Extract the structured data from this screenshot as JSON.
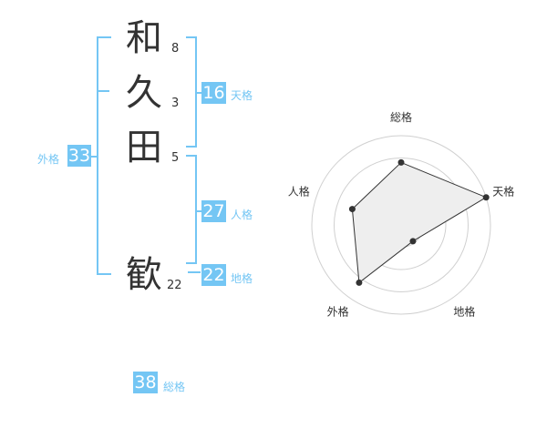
{
  "name": {
    "chars": [
      {
        "char": "和",
        "strokes": "8"
      },
      {
        "char": "久",
        "strokes": "3"
      },
      {
        "char": "田",
        "strokes": "5"
      },
      {
        "char": "歓",
        "strokes": "22"
      }
    ]
  },
  "kaku": {
    "tenkaku": {
      "value": "16",
      "label": "天格"
    },
    "jinkaku": {
      "value": "27",
      "label": "人格"
    },
    "chikaku": {
      "value": "22",
      "label": "地格"
    },
    "gaikaku": {
      "value": "33",
      "label": "外格"
    },
    "soukaku": {
      "value": "38",
      "label": "総格"
    }
  },
  "colors": {
    "accent": "#74c6f4",
    "text": "#333333",
    "grid": "#cccccc",
    "fill": "#eeeeee"
  },
  "chart_data": {
    "type": "radar",
    "axes": [
      "総格",
      "天格",
      "地格",
      "外格",
      "人格"
    ],
    "max": 4,
    "rings": 4,
    "values": [
      2.8,
      4.0,
      0.9,
      3.2,
      2.3
    ],
    "grid": true
  }
}
